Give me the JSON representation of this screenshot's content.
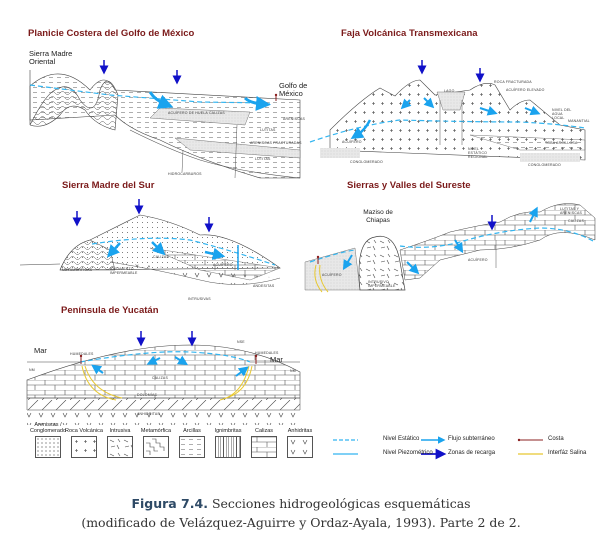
{
  "panels": [
    {
      "title": "Planicie Costera del Golfo de México",
      "labels": [
        "Sierra Madre Oriental",
        "Golfo de México",
        "ACUÍFERO DE HUELA CALIZAS",
        "ARENISCAS",
        "LUTITAS",
        "ARENISCAS FRACTURADAS",
        "LUTITAS",
        "HIDROCARBUROS"
      ]
    },
    {
      "title": "Faja Volcánica Transmexicana",
      "labels": [
        "LAGO",
        "ROCA FRACTURADA",
        "ACUÍFERO ELEVADO",
        "NIVEL DEL AGUA LOCAL",
        "MANANTIAL",
        "TOBA ARCILLOSA",
        "ACUÍFERO",
        "CONGLOMERADO",
        "NIVEL ESTÁTICO REGIONAL",
        "CONGLOMERADO"
      ]
    },
    {
      "title": "Sierra Madre del Sur",
      "labels": [
        "METAMÓRFICAS",
        "BASAMENTO IMPERMEABLE",
        "CALIZAS",
        "ACUÍFERO",
        "ANDESITAS",
        "INTRUSIVAS"
      ]
    },
    {
      "title": "Sierras y Valles del Sureste",
      "labels": [
        "Maziso de Chiapas",
        "INTRUSIVO IMPERMEABLE",
        "ACUÍFERO",
        "LUTITAS Y ARENISCAS",
        "CALIZAS",
        "ACUÍFERO"
      ]
    },
    {
      "title": "Península de Yucatán",
      "labels": [
        "Mar",
        "Mar",
        "HUMEDALES",
        "NSE",
        "CALIZAS",
        "DOLOMÍAS",
        "ANHIDRITAS",
        "NM",
        "NM",
        "HUMEDALES"
      ]
    }
  ],
  "legend": {
    "rock_types": [
      "Areniscas / Conglomerado",
      "Roca Volcánica",
      "Intrusiva",
      "Metamórfica",
      "Arcillas",
      "Ignimbritas",
      "Calizas",
      "Anhidritas"
    ],
    "lines": [
      {
        "label": "Nivel Estático",
        "style": "dashed",
        "color": "#33b5f0"
      },
      {
        "label": "Nivel Piezométrico",
        "style": "solid",
        "color": "#33b5f0"
      },
      {
        "label": "Flujo subterráneo",
        "style": "arrow",
        "color": "#1aa3ee"
      },
      {
        "label": "Zonas de recarga",
        "style": "arrow",
        "color": "#1010c8"
      },
      {
        "label": "Costa",
        "style": "marker",
        "color": "#8b2020"
      },
      {
        "label": "Interfáz Salina",
        "style": "solid",
        "color": "#e8c830"
      }
    ]
  },
  "caption": {
    "figure_label": "Figura 7.4.",
    "line1": "Secciones hidrogeológicas esquemáticas",
    "line2": "(modificado de Velázquez-Aguirre y Ordaz-Ayala, 1993). Parte 2 de 2."
  }
}
